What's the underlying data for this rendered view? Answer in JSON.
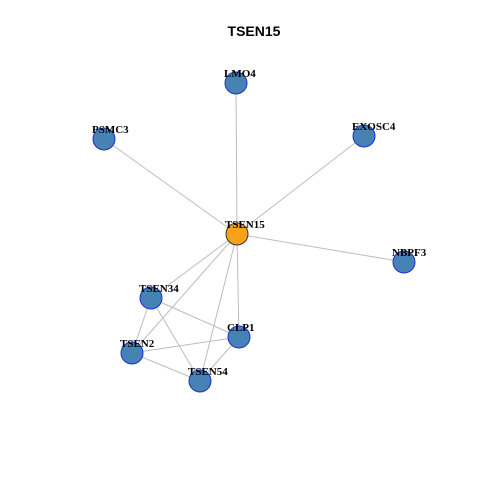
{
  "title": "TSEN15",
  "colors": {
    "hub_node": "#F7A21B",
    "node": "#4682B4",
    "node_border": "#1F2FD0",
    "hub_border": "#333333",
    "edge": "#BDBDBD"
  },
  "nodes": [
    {
      "id": "TSEN15",
      "label": "TSEN15",
      "hub": true
    },
    {
      "id": "LMO4",
      "label": "LMO4",
      "hub": false
    },
    {
      "id": "PSMC3",
      "label": "PSMC3",
      "hub": false
    },
    {
      "id": "EXOSC4",
      "label": "EXOSC4",
      "hub": false
    },
    {
      "id": "NBPF3",
      "label": "NBPF3",
      "hub": false
    },
    {
      "id": "TSEN34",
      "label": "TSEN34",
      "hub": false
    },
    {
      "id": "CLP1",
      "label": "CLP1",
      "hub": false
    },
    {
      "id": "TSEN2",
      "label": "TSEN2",
      "hub": false
    },
    {
      "id": "TSEN54",
      "label": "TSEN54",
      "hub": false
    }
  ],
  "edges": [
    [
      "TSEN15",
      "LMO4"
    ],
    [
      "TSEN15",
      "PSMC3"
    ],
    [
      "TSEN15",
      "EXOSC4"
    ],
    [
      "TSEN15",
      "NBPF3"
    ],
    [
      "TSEN15",
      "TSEN34"
    ],
    [
      "TSEN15",
      "CLP1"
    ],
    [
      "TSEN15",
      "TSEN2"
    ],
    [
      "TSEN15",
      "TSEN54"
    ],
    [
      "TSEN34",
      "CLP1"
    ],
    [
      "TSEN34",
      "TSEN2"
    ],
    [
      "TSEN34",
      "TSEN54"
    ],
    [
      "TSEN2",
      "CLP1"
    ],
    [
      "TSEN2",
      "TSEN54"
    ],
    [
      "CLP1",
      "TSEN54"
    ]
  ]
}
